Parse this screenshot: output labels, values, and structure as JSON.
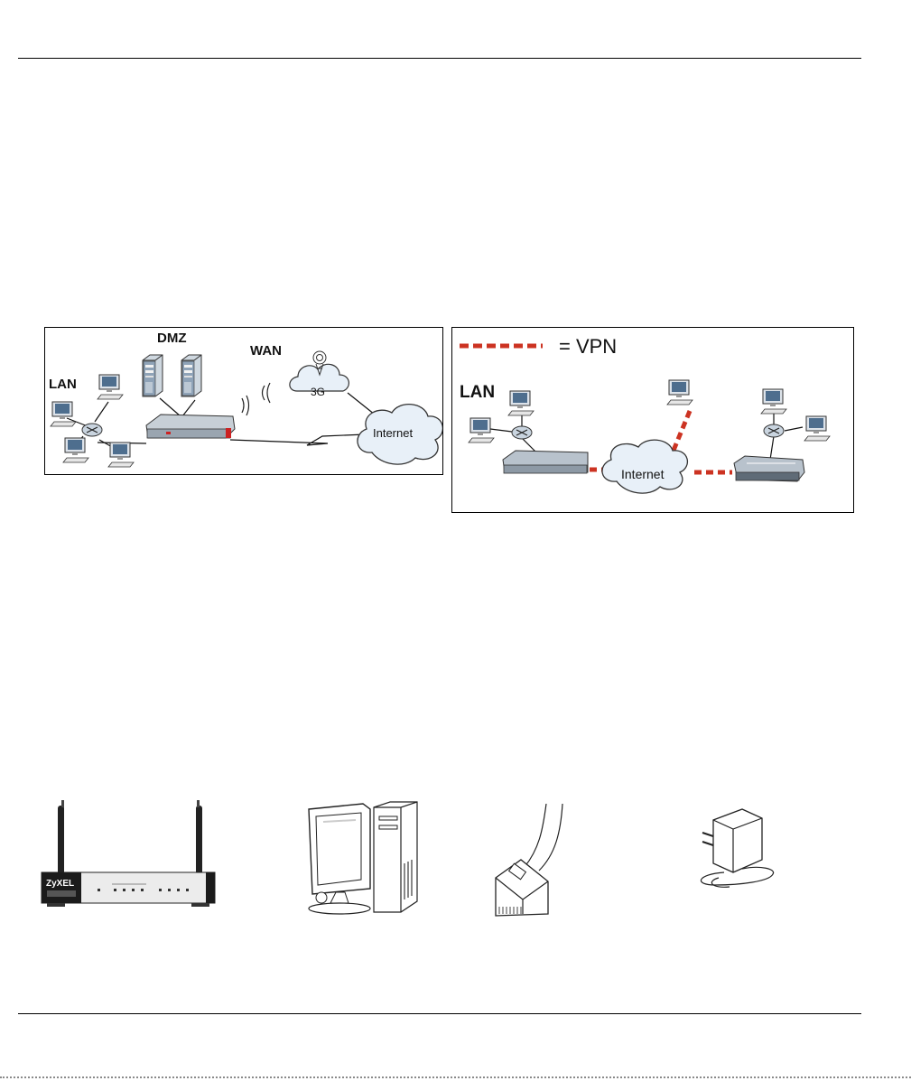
{
  "figure_network": {
    "labels": {
      "dmz": "DMZ",
      "wan": "WAN",
      "lan": "LAN",
      "g3": "3G",
      "internet": "Internet"
    }
  },
  "figure_vpn": {
    "legend": "= VPN",
    "labels": {
      "lan": "LAN",
      "internet": "Internet"
    }
  },
  "brand": "ZyXEL",
  "colors": {
    "vpn_link": "#cc3322",
    "cloud_fill": "#e8f0f8",
    "screen": "#4e6e8e",
    "device_body": "#b8c2cc",
    "router_red": "#cc2222"
  }
}
